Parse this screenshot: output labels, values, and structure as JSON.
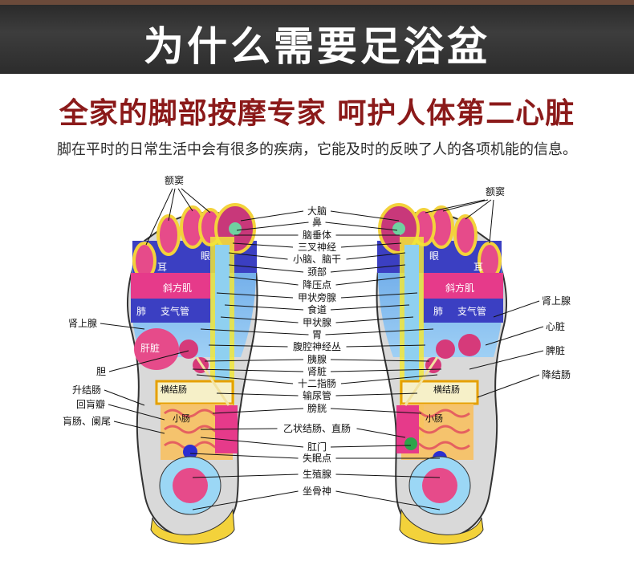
{
  "banner": {
    "title": "为什么需要足浴盆"
  },
  "headline": "全家的脚部按摩专家  呵护人体第二心脏",
  "subtext": "脚在平时的日常生活中会有很多的疾病，它能及时的反映了人的各项机能的信息。",
  "diagram": {
    "top_labels": {
      "left": "额窦",
      "right": "额窦"
    },
    "center_labels": [
      "大脑",
      "鼻",
      "脑垂体",
      "三叉神经",
      "小脑、脑干",
      "颈部",
      "降压点",
      "甲状旁腺",
      "食道",
      "甲状腺",
      "胃",
      "腹腔神经丛",
      "胰腺",
      "肾脏",
      "十二指肠",
      "输尿管",
      "膀胱",
      "乙状结肠、直肠",
      "肛门",
      "失眠点",
      "生殖腺",
      "坐骨神"
    ],
    "left_labels": [
      "肾上腺",
      "胆",
      "升结肠",
      "回肓瓣",
      "肓肠、阑尾"
    ],
    "right_labels": [
      "肾上腺",
      "心脏",
      "脾脏",
      "降结肠"
    ],
    "left_foot_labels": {
      "ear": "耳",
      "trapezius": "斜方肌",
      "lung": "肺",
      "bronchus": "支气管",
      "liver": "肝脏",
      "transverse_colon": "横结肠",
      "small_intestine": "小肠",
      "eye": "眼"
    },
    "right_foot_labels": {
      "ear": "耳",
      "trapezius": "斜方肌",
      "lung": "肺",
      "bronchus": "支气管",
      "transverse_colon": "横结肠",
      "small_intestine": "小肠",
      "eye": "眼"
    }
  }
}
